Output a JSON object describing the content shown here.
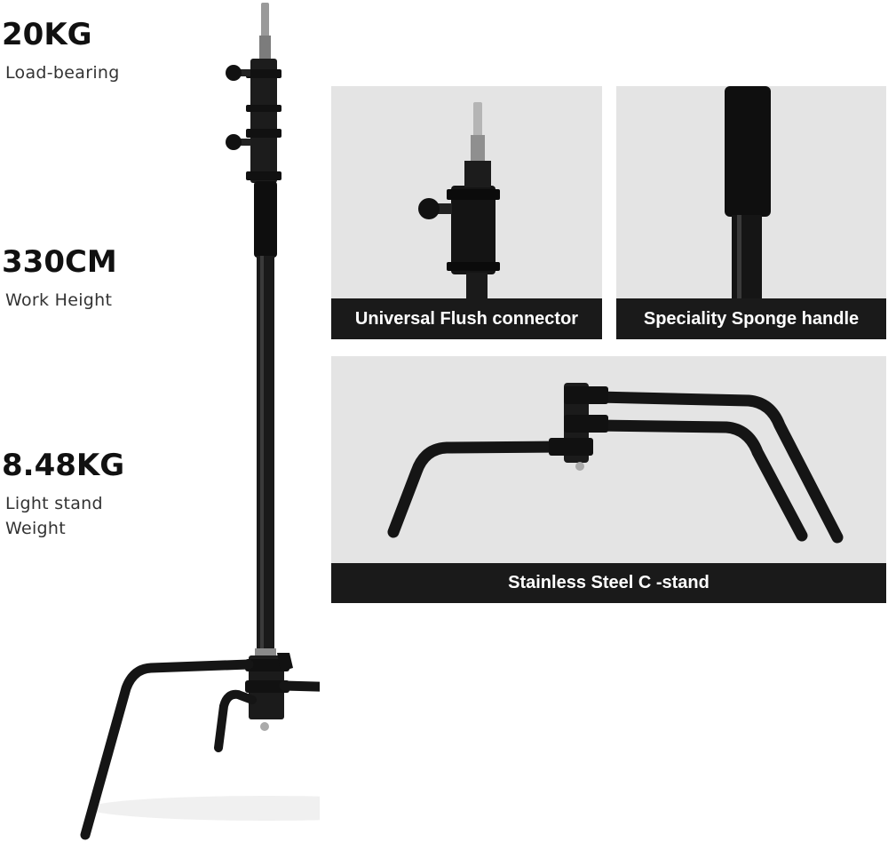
{
  "specs": [
    {
      "value": "20KG",
      "label": "Load-bearing"
    },
    {
      "value": "330CM",
      "label": "Work Height"
    },
    {
      "value": "8.48KG",
      "label": "Light stand Weight"
    }
  ],
  "panels": {
    "connector": {
      "caption": "Universal Flush connector"
    },
    "handle": {
      "caption": "Speciality Sponge handle"
    },
    "cstand": {
      "caption": "Stainless Steel C -stand"
    }
  },
  "colors": {
    "panel_bg": "#e4e4e4",
    "caption_bg": "#1a1a1a",
    "caption_text": "#ffffff",
    "stand": "#151515"
  }
}
